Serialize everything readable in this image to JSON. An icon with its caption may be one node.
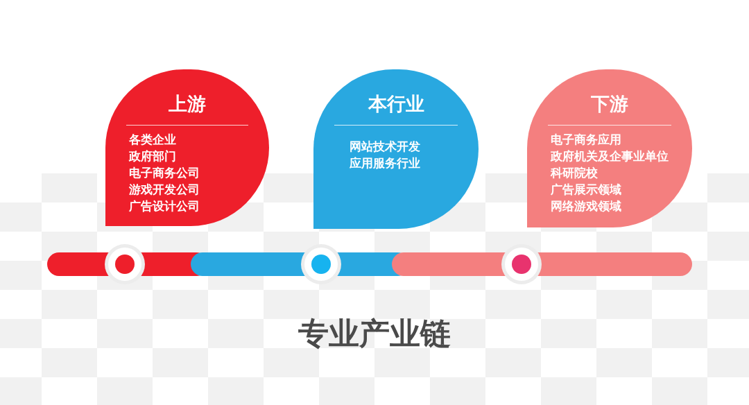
{
  "diagram": {
    "title": "专业产业链",
    "nodes": [
      {
        "text": [
          "上游",
          "各类企业",
          "政府部门",
          "电子商务公司",
          "游戏开发公司",
          "广告设计公司"
        ]
      },
      {
        "text": [
          "本行业",
          "网站技术开发",
          "应用服务行业"
        ]
      },
      {
        "text": [
          "下游",
          "电子商务应用",
          "政府机关及企事业单位",
          "科研院校",
          "广告展示领域",
          "网络游戏领域"
        ]
      }
    ]
  }
}
